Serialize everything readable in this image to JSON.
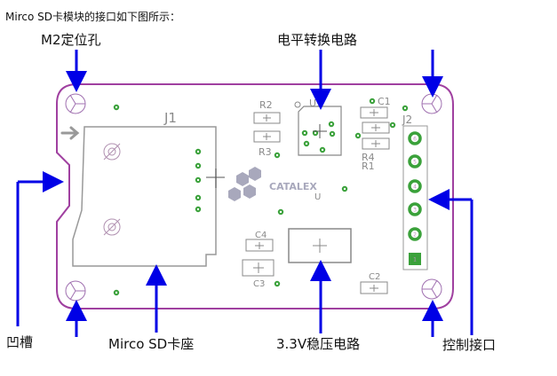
{
  "caption": "Mirco SD卡模块的接口如下图所示：",
  "annotations": {
    "mounting_hole": "M2定位孔",
    "level_shifter": "电平转换电路",
    "notch": "凹槽",
    "sd_socket": "Mirco SD卡座",
    "regulator": "3.3V稳压电路",
    "control_interface": "控制接口"
  },
  "board": {
    "brand": "CATALEX",
    "designators": {
      "j1": "J1",
      "j2": "J2",
      "u1": "U1",
      "u": "U",
      "r1": "R1",
      "r2": "R2",
      "r3": "R3",
      "r4": "R4",
      "c1": "C1",
      "c2": "C2",
      "c3": "C3",
      "c4": "C4"
    },
    "j2_pins": [
      "6",
      "5",
      "4",
      "3",
      "2",
      "1"
    ]
  },
  "colors": {
    "board_outline": "#a040a0",
    "arrow": "#0000e6",
    "pad": "#3aa13a",
    "silkscreen": "#8a8a8a",
    "logo": "#a8a8bc"
  }
}
